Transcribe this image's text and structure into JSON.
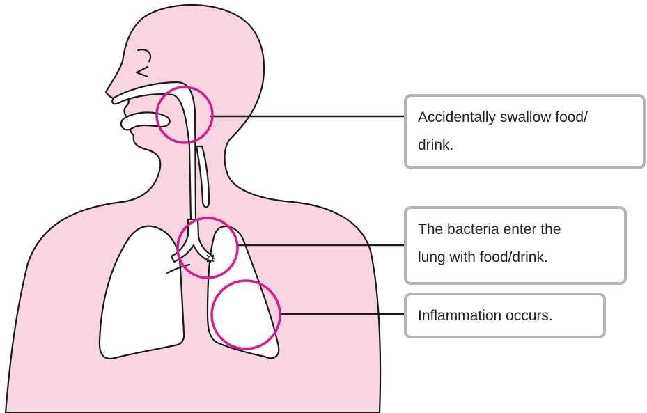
{
  "colors": {
    "body_fill": "#f7d6e2",
    "outline": "#1a1a1a",
    "highlight_circle": "#e0168c",
    "callout_border": "#b4b4b4",
    "leader_line": "#1a1a1a"
  },
  "icons": {
    "bacteria": "bacteria-icon"
  },
  "callouts": [
    {
      "lines": [
        "Accidentally swallow food/",
        "drink."
      ]
    },
    {
      "lines": [
        "The bacteria enter the",
        "lung with food/drink."
      ]
    },
    {
      "lines": [
        "Inflammation occurs."
      ]
    }
  ]
}
